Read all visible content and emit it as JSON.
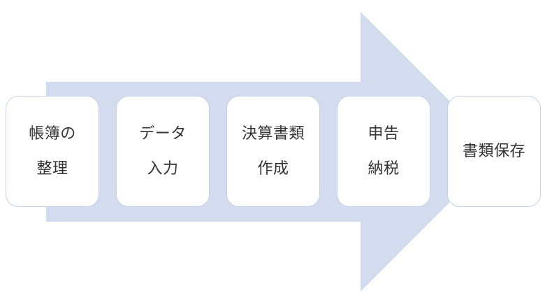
{
  "diagram": {
    "arrow_color": "#d3dcee",
    "box_border_color": "#c7d2e6",
    "text_color": "#333333",
    "steps": [
      {
        "line1": "帳簿の",
        "line2": "整理"
      },
      {
        "line1": "データ",
        "line2": "入力"
      },
      {
        "line1": "決算書類",
        "line2": "作成"
      },
      {
        "line1": "申告",
        "line2": "納税"
      },
      {
        "line1": "書類保存",
        "line2": ""
      }
    ]
  }
}
